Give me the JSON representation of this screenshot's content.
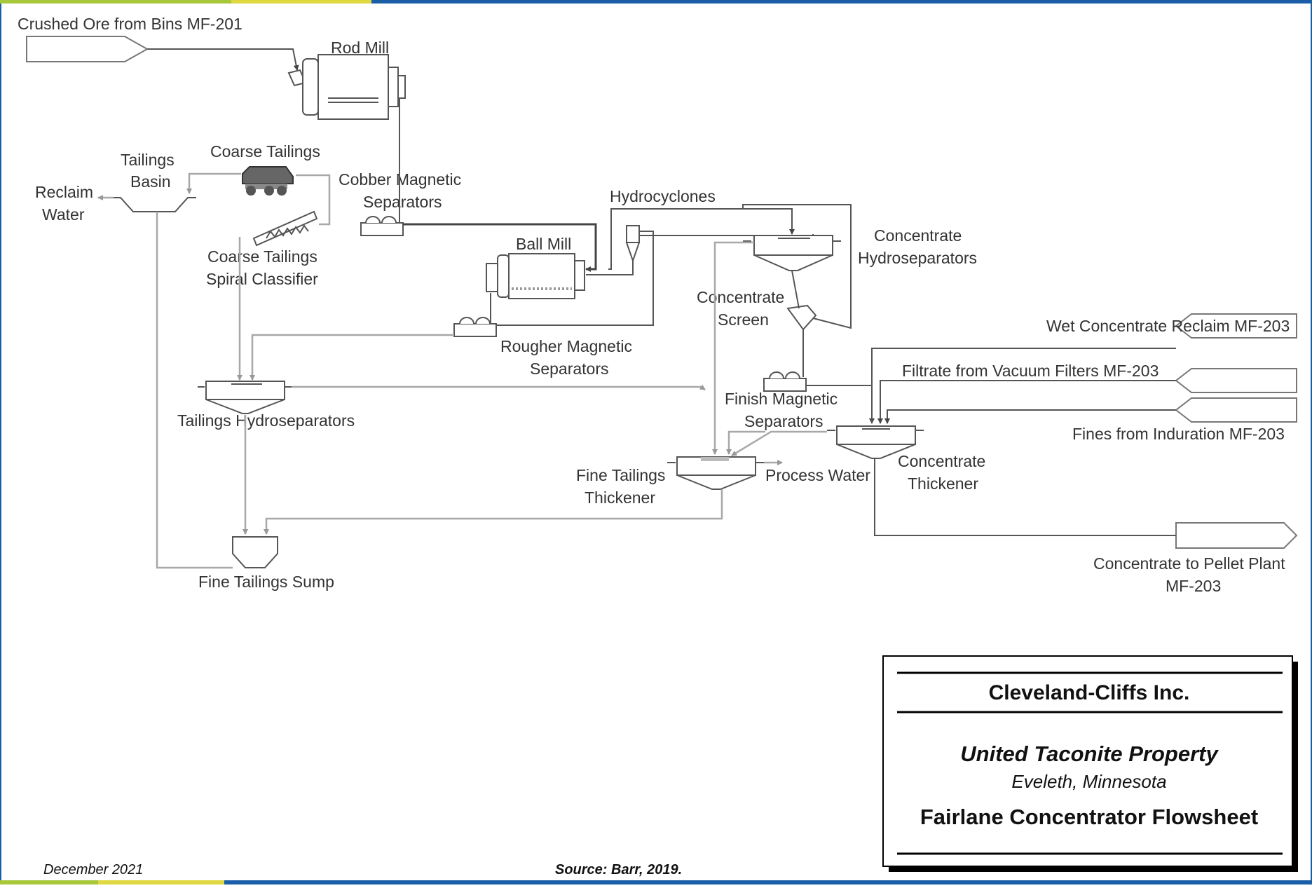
{
  "inputs": {
    "crushed_ore": "Crushed Ore from Bins MF-201",
    "wet_concentrate_reclaim": "Wet Concentrate Reclaim MF-203",
    "filtrate": "Filtrate from Vacuum Filters MF-203",
    "fines": "Fines from Induration MF-203"
  },
  "outputs": {
    "concentrate_to_pellet_line1": "Concentrate to Pellet Plant",
    "concentrate_to_pellet_line2": "MF-203"
  },
  "equipment": {
    "rod_mill": "Rod Mill",
    "coarse_tailings": "Coarse Tailings",
    "tailings_basin_line1": "Tailings",
    "tailings_basin_line2": "Basin",
    "reclaim_water_line1": "Reclaim",
    "reclaim_water_line2": "Water",
    "cobber_line1": "Cobber Magnetic",
    "cobber_line2": "Separators",
    "spiral_line1": "Coarse Tailings",
    "spiral_line2": "Spiral Classifier",
    "hydrocyclones": "Hydrocyclones",
    "ball_mill": "Ball Mill",
    "conc_hydrosep_line1": "Concentrate",
    "conc_hydrosep_line2": "Hydroseparators",
    "conc_screen_line1": "Concentrate",
    "conc_screen_line2": "Screen",
    "rougher_line1": "Rougher Magnetic",
    "rougher_line2": "Separators",
    "tailings_hydroseparators": "Tailings Hydroseparators",
    "finish_line1": "Finish Magnetic",
    "finish_line2": "Separators",
    "fine_thickener_line1": "Fine Tailings",
    "fine_thickener_line2": "Thickener",
    "process_water": "Process Water",
    "conc_thickener_line1": "Concentrate",
    "conc_thickener_line2": "Thickener",
    "fine_tailings_sump": "Fine Tailings Sump"
  },
  "title_block": {
    "company": "Cleveland-Cliffs Inc.",
    "property": "United Taconite Property",
    "location": "Eveleth, Minnesota",
    "title": "Fairlane Concentrator Flowsheet"
  },
  "footer": {
    "date": "December 2021",
    "source": "Source:  Barr, 2019."
  },
  "colors": {
    "top_bar": "#1a5ea8",
    "accent_green": "#a8c83c",
    "accent_yellow": "#e0d840",
    "line_dark": "#444444",
    "line_light": "#a8a8a8"
  }
}
